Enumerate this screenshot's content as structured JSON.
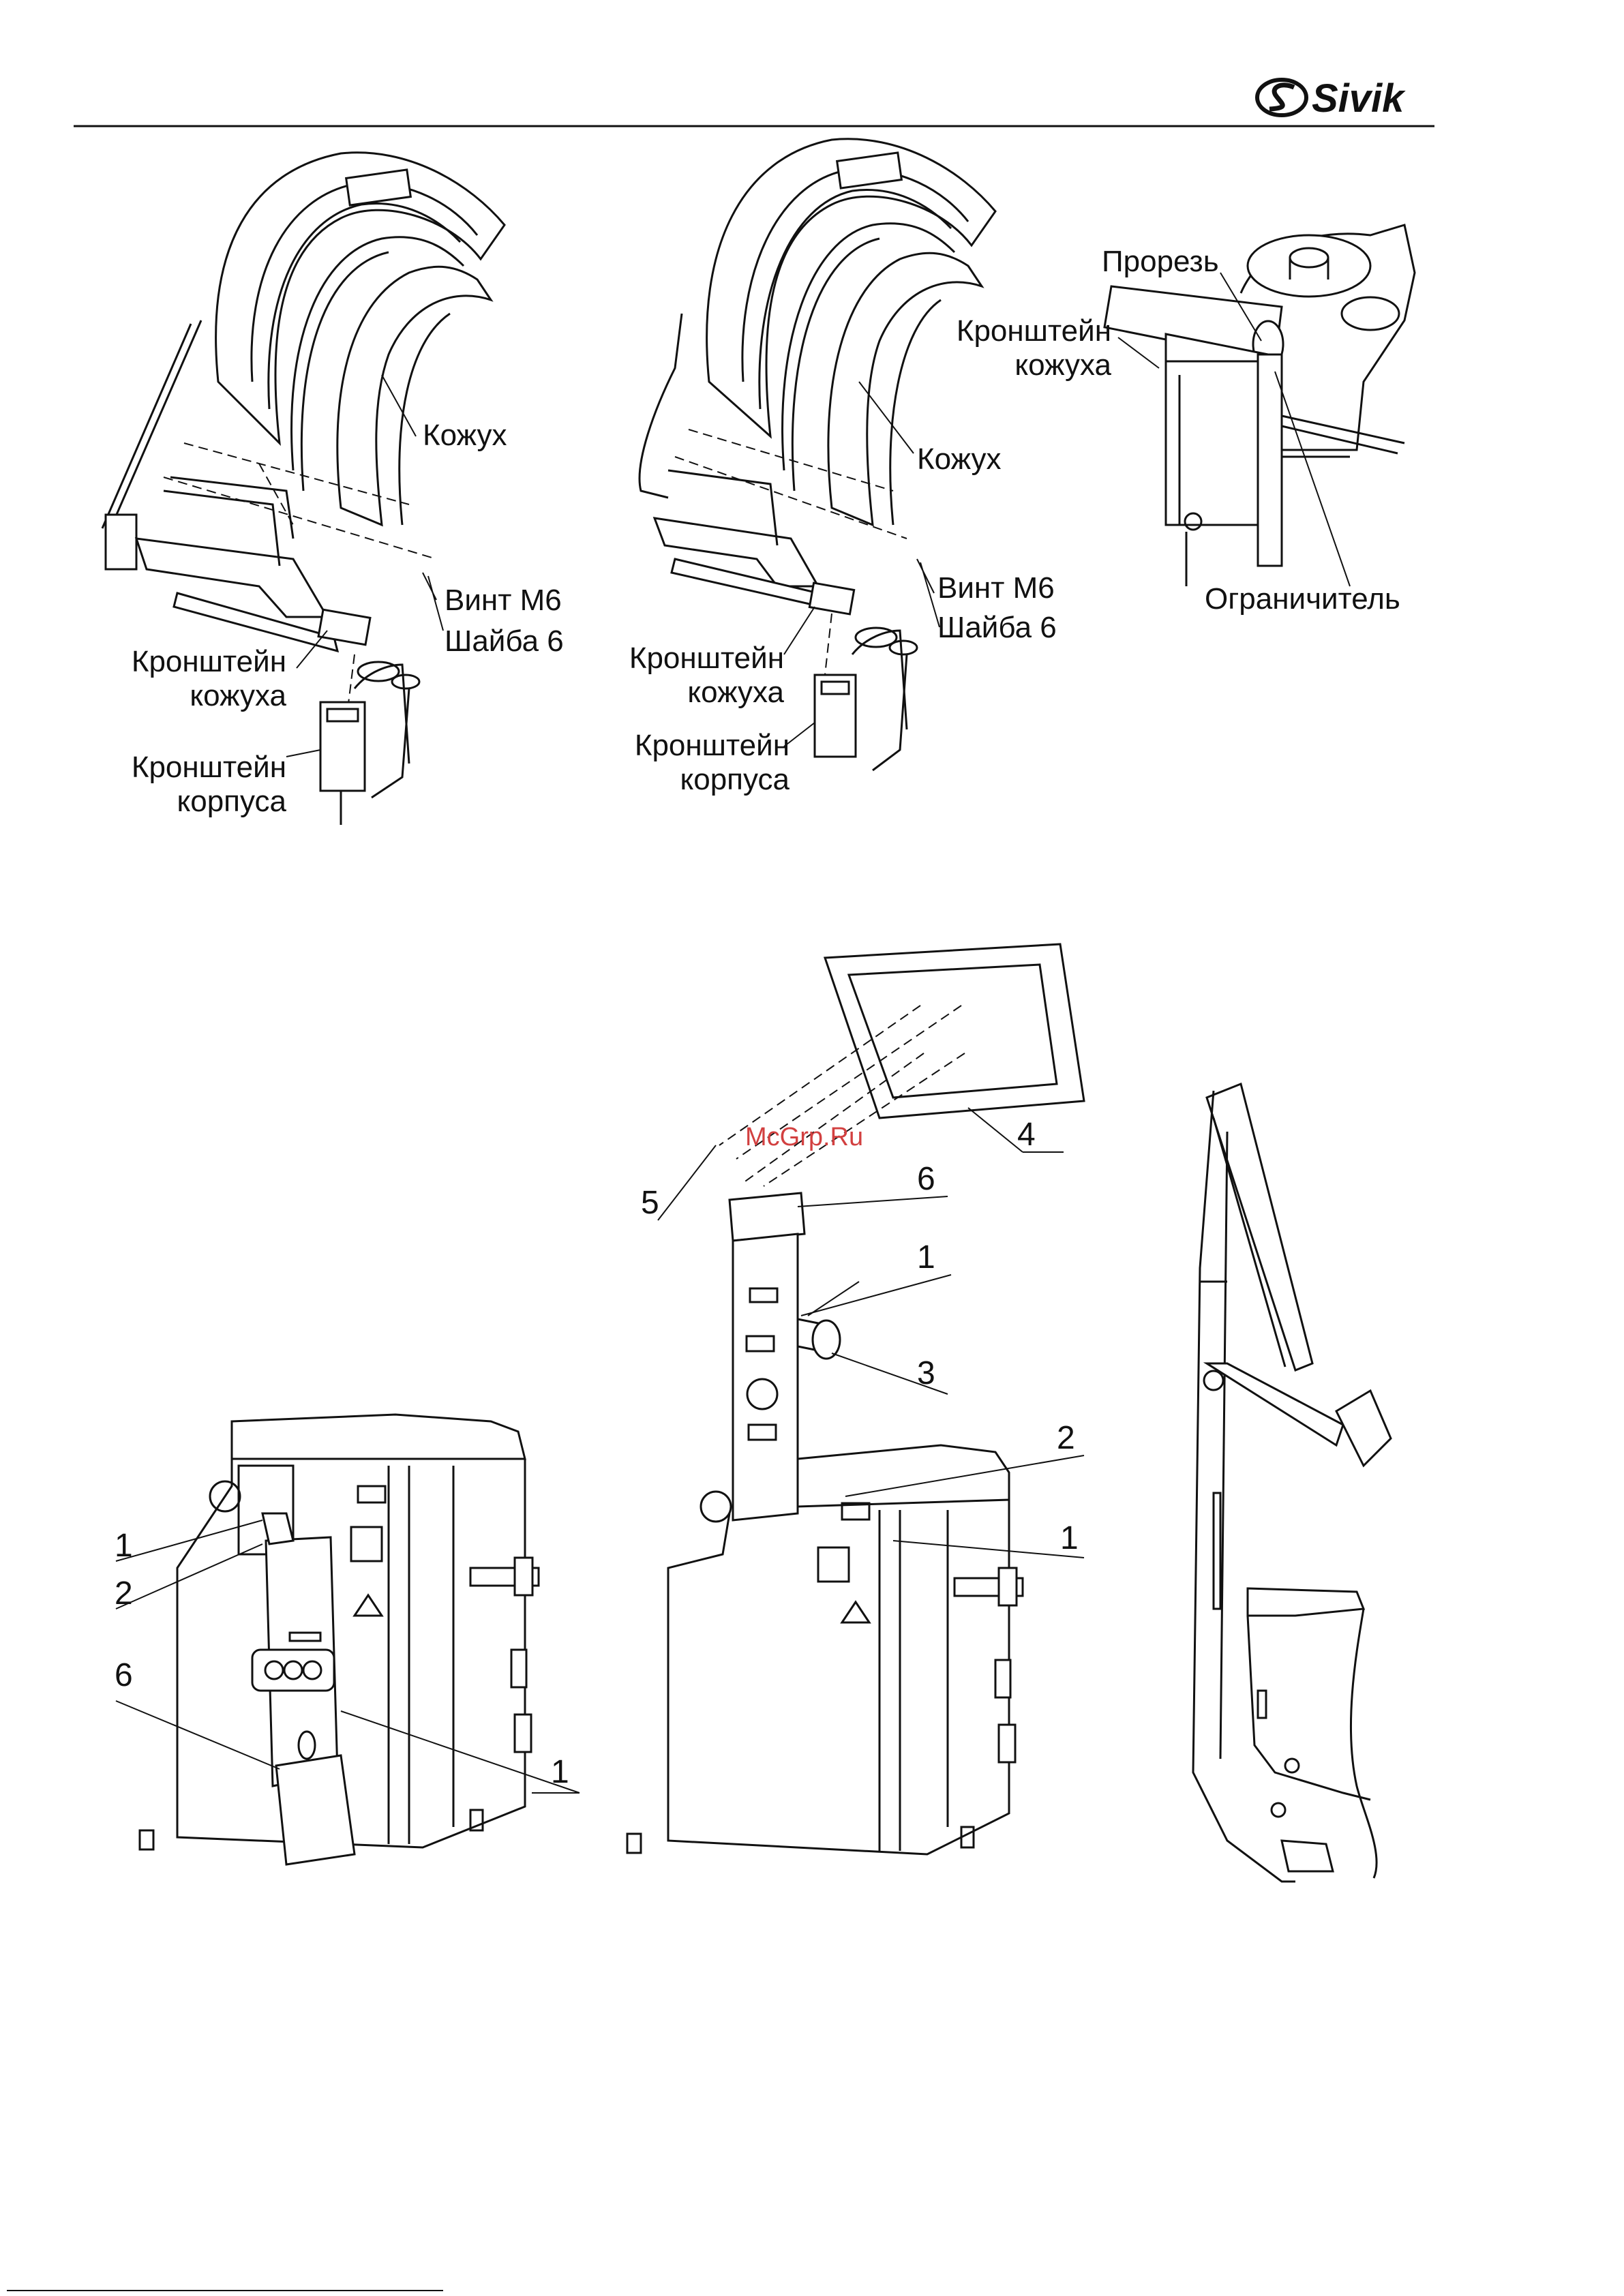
{
  "header": {
    "brand_name": "Sivik"
  },
  "figures": {
    "fig1": {
      "shroud": "Кожух",
      "screw": "Винт М6",
      "washer": "Шайба 6",
      "shroud_bracket_l1": "Кронштейн",
      "shroud_bracket_l2": "кожуха",
      "body_bracket_l1": "Кронштейн",
      "body_bracket_l2": "корпуса"
    },
    "fig2": {
      "shroud": "Кожух",
      "screw": "Винт М6",
      "washer": "Шайба 6",
      "shroud_bracket_l1": "Кронштейн",
      "shroud_bracket_l2": "кожуха",
      "body_bracket_l1": "Кронштейн",
      "body_bracket_l2": "корпуса"
    },
    "fig3": {
      "slot": "Прорезь",
      "shroud_bracket_l1": "Кронштейн",
      "shroud_bracket_l2": "кожуха",
      "limiter": "Ограничитель"
    },
    "fig4": {
      "callouts": [
        "1",
        "2",
        "6",
        "1"
      ]
    },
    "fig5": {
      "watermark": "McGrp.Ru",
      "callouts": [
        "4",
        "5",
        "6",
        "1",
        "3",
        "2",
        "1"
      ]
    }
  }
}
